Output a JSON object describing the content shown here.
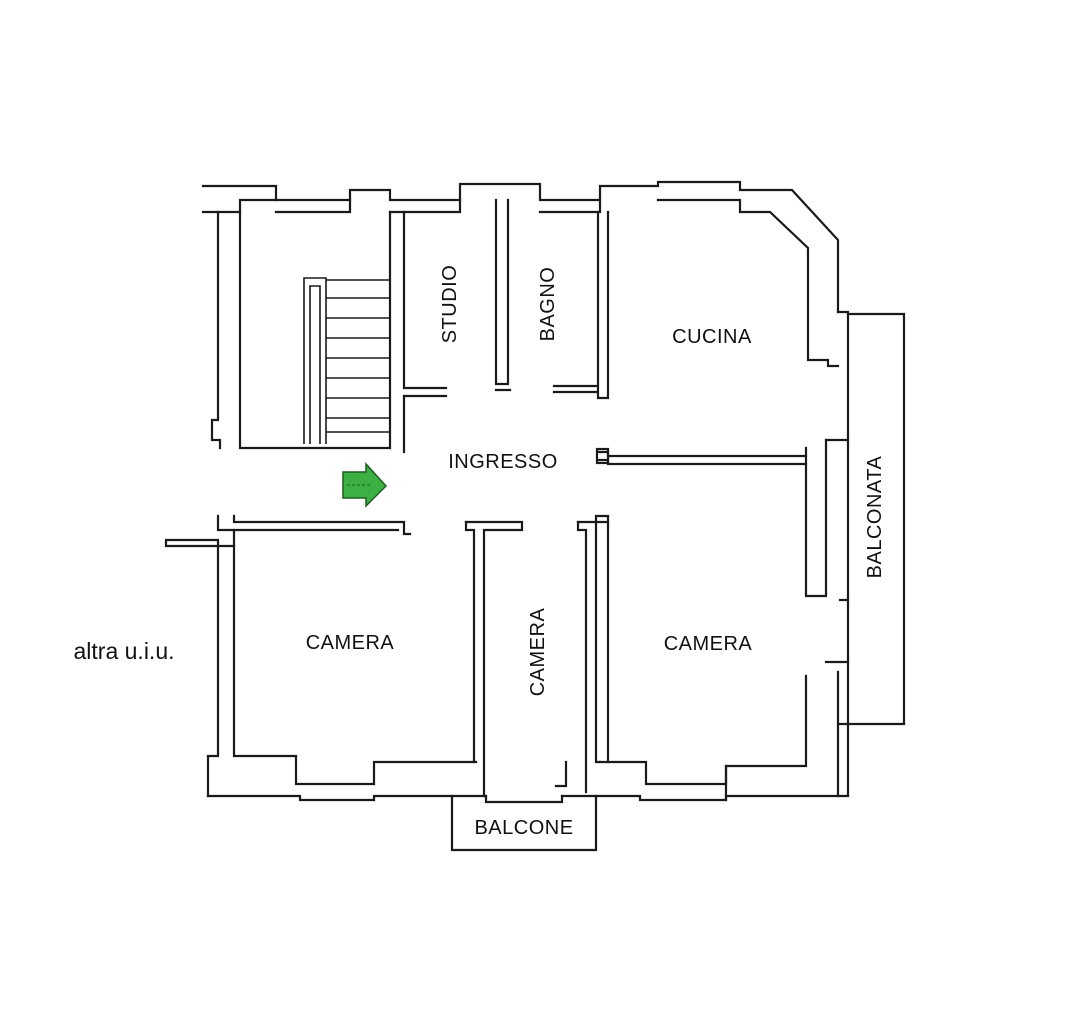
{
  "plan": {
    "rooms": {
      "studio": "STUDIO",
      "bagno": "BAGNO",
      "cucina": "CUCINA",
      "ingresso": "INGRESSO",
      "balconata": "BALCONATA",
      "camera_left": "CAMERA",
      "camera_middle": "CAMERA",
      "camera_right": "CAMERA",
      "balcone": "BALCONE"
    },
    "neighbor_label": "altra u.i.u.",
    "entrance_arrow_color": "#3cb043",
    "entrance_arrow_icon": "arrow-right-icon"
  }
}
